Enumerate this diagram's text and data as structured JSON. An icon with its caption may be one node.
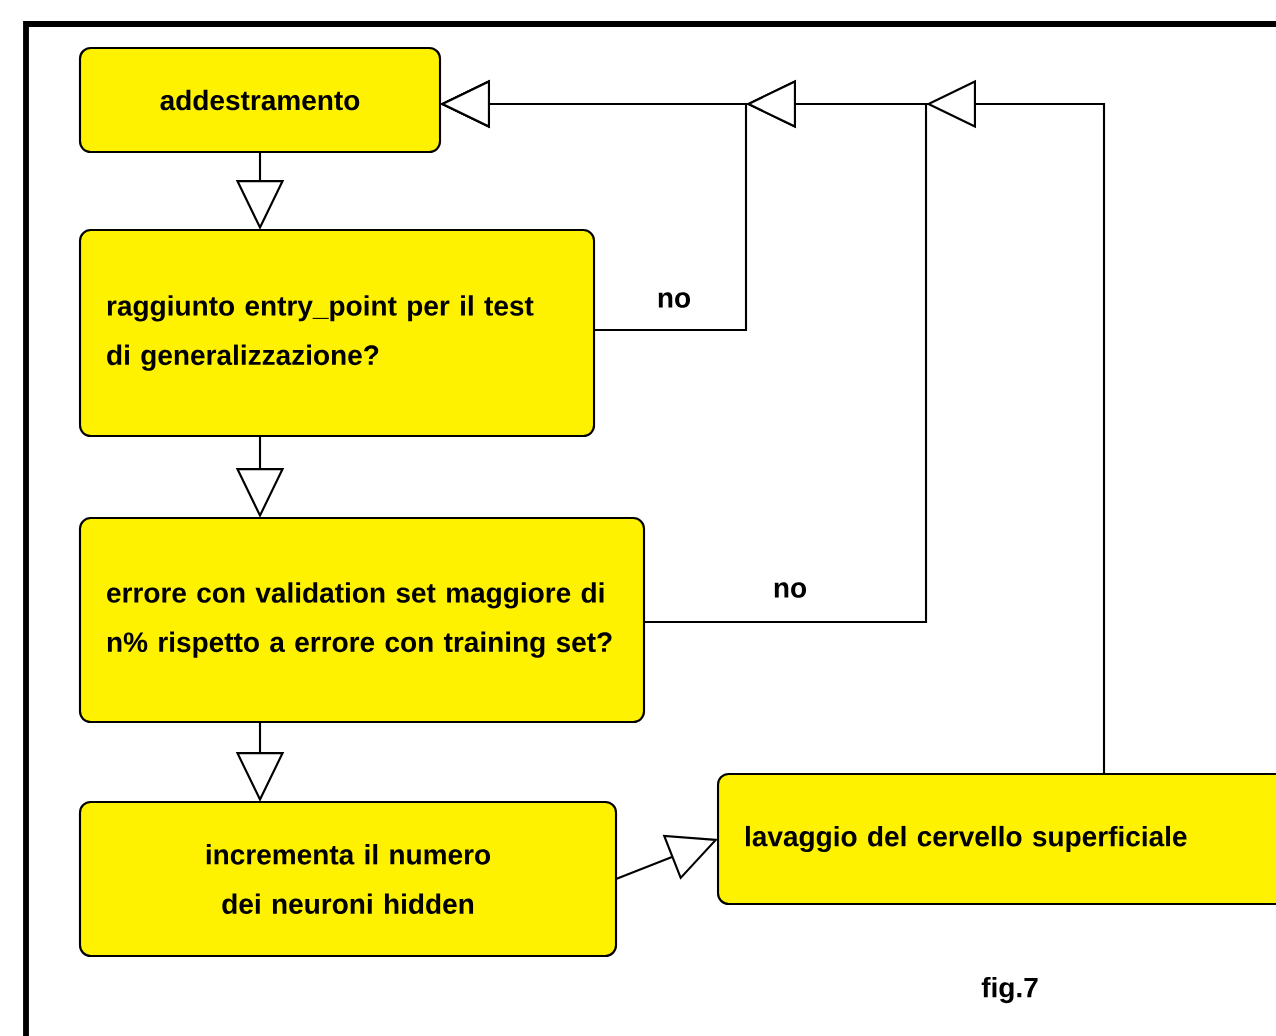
{
  "diagram": {
    "nodes": [
      {
        "text": [
          "addestramento"
        ]
      },
      {
        "text": [
          "raggiunto entry_point per il test di generalizzazione?"
        ]
      },
      {
        "text": [
          "errore con validation set maggiore di n% rispetto a errore con training set?"
        ]
      },
      {
        "text": [
          "incrementa il numero dei neuroni hidden"
        ]
      },
      {
        "text": [
          "lavaggio del cervello superficiale"
        ]
      }
    ],
    "edges": [
      {
        "from": 0,
        "to": 1,
        "arrow": "to"
      },
      {
        "from": 1,
        "to": 2,
        "arrow": "to"
      },
      {
        "from": 2,
        "to": 3,
        "arrow": "to"
      },
      {
        "from": 3,
        "to": 4,
        "arrow": "to"
      },
      {
        "from": 1,
        "to": 0,
        "arrow": "to",
        "label": "no"
      },
      {
        "from": 2,
        "to": 0,
        "arrow": "to",
        "label": "no"
      },
      {
        "from": 4,
        "to": 0,
        "arrow": "to"
      }
    ],
    "labels": [
      "fig.7"
    ]
  }
}
